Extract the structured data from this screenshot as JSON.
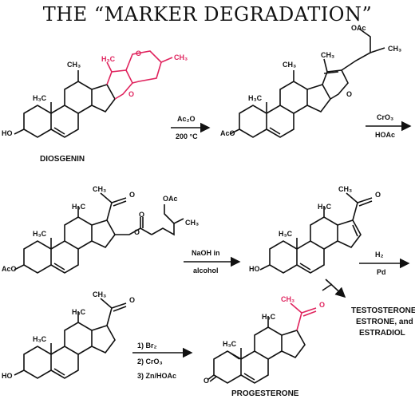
{
  "title": "THE “MARKER DEGRADATION”",
  "compounds": {
    "diosgenin": "DIOSGENIN",
    "progesterone": "PROGESTERONE",
    "side_products": [
      "TESTOSTERONE,",
      "ESTRONE, and",
      "ESTRADIOL"
    ]
  },
  "reagents": {
    "step1": [
      "Ac₂O",
      "200 °C"
    ],
    "step2": [
      "CrO₃",
      "HOAc"
    ],
    "step3": [
      "NaOH in",
      "alcohol"
    ],
    "step4": [
      "H₂",
      "Pd"
    ],
    "step5": [
      "1) Br₂",
      "2) CrO₃",
      "3) Zn/HOAc"
    ]
  },
  "atom_labels": {
    "H3C": "H₃C",
    "CH3": "CH₃",
    "HO": "HO",
    "AcO": "AcO",
    "OAc": "OAc",
    "O": "O",
    "CH3C=O": "CH₃",
    "oxo": "O"
  },
  "colors": {
    "highlight": "#e0245e",
    "ink": "#111111"
  }
}
